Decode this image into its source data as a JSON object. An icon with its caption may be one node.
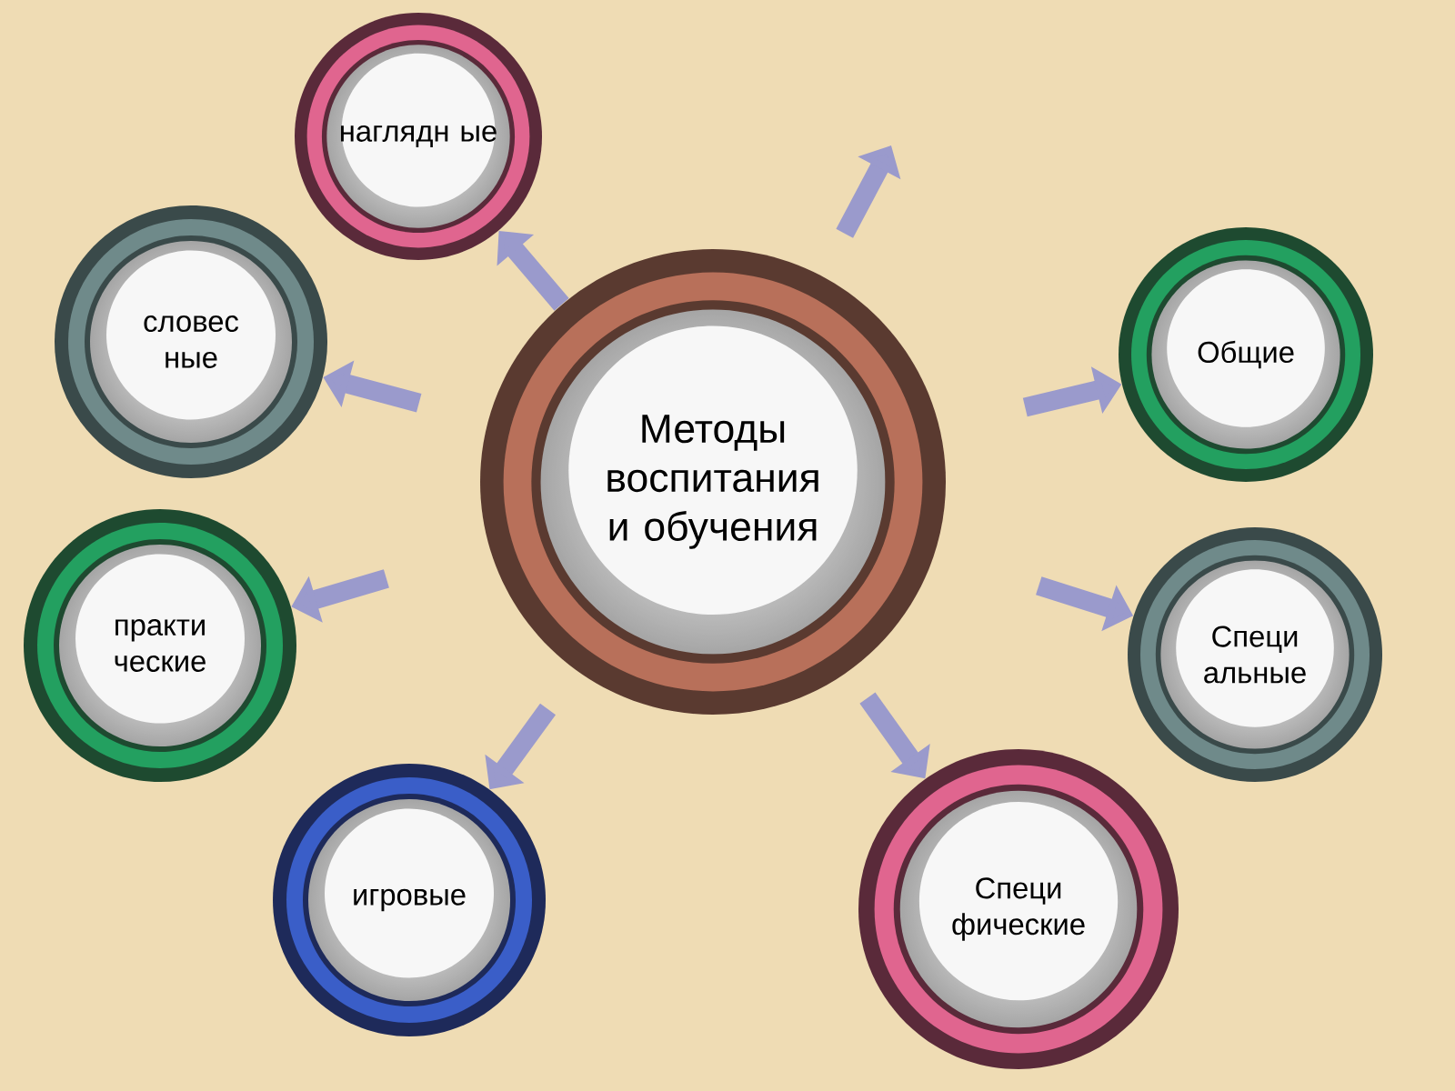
{
  "diagram": {
    "nodes": [
      {
        "text": [
          "Методы воспитания и обучения"
        ]
      },
      {
        "text": [
          "наглядн ые"
        ]
      },
      {
        "text": [
          "словес ные"
        ]
      },
      {
        "text": [
          "Общие"
        ]
      },
      {
        "text": [
          "практи ческие"
        ]
      },
      {
        "text": [
          "Специ альные"
        ]
      },
      {
        "text": [
          "игровые"
        ]
      },
      {
        "text": [
          "Специ фические"
        ]
      }
    ],
    "edges": [
      {
        "from": 0,
        "to": 1,
        "arrow": "to"
      },
      {
        "from": 0,
        "to": null,
        "arrow": "to"
      },
      {
        "from": 0,
        "to": 2,
        "arrow": "to"
      },
      {
        "from": 0,
        "to": 3,
        "arrow": "to"
      },
      {
        "from": 0,
        "to": 4,
        "arrow": "to"
      },
      {
        "from": 0,
        "to": 5,
        "arrow": "to"
      },
      {
        "from": 0,
        "to": 6,
        "arrow": "to"
      },
      {
        "from": 0,
        "to": 7,
        "arrow": "to"
      }
    ]
  }
}
